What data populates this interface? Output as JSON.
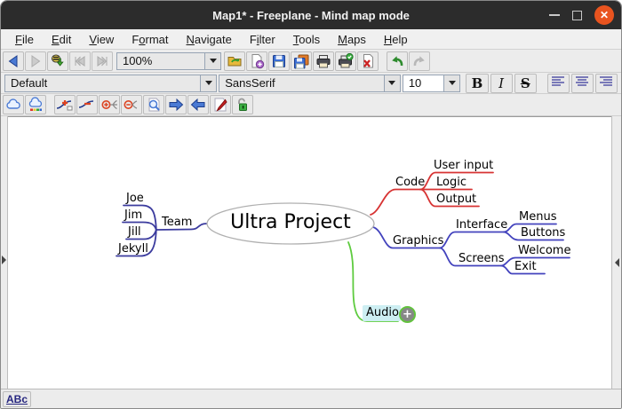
{
  "window": {
    "title": "Map1* - Freeplane - Mind map mode",
    "controls": {
      "minimize": "–",
      "maximize": "□",
      "close": "✕"
    }
  },
  "menubar": {
    "items": [
      {
        "pre": "",
        "mn": "F",
        "post": "ile"
      },
      {
        "pre": "",
        "mn": "E",
        "post": "dit"
      },
      {
        "pre": "",
        "mn": "V",
        "post": "iew"
      },
      {
        "pre": "F",
        "mn": "o",
        "post": "rmat"
      },
      {
        "pre": "",
        "mn": "N",
        "post": "avigate"
      },
      {
        "pre": "F",
        "mn": "i",
        "post": "lter"
      },
      {
        "pre": "",
        "mn": "T",
        "post": "ools"
      },
      {
        "pre": "",
        "mn": "M",
        "post": "aps"
      },
      {
        "pre": "",
        "mn": "H",
        "post": "elp"
      }
    ]
  },
  "toolbar_main": {
    "zoom": "100%",
    "icons": [
      "previous-map",
      "next-map",
      "check-updates",
      "skip-back-disabled",
      "skip-forward-disabled",
      "open-map",
      "new-map",
      "save-map",
      "save-map-as",
      "print",
      "print-preview",
      "close-map",
      "undo",
      "redo"
    ]
  },
  "toolbar_format": {
    "style": "Default",
    "font": "SansSerif",
    "size": "10",
    "bold": "B",
    "italic": "I",
    "strikethrough": "S",
    "icons": [
      "align-left",
      "align-center",
      "align-right"
    ]
  },
  "toolbar_edit": {
    "icons": [
      "cloud",
      "cloud-color",
      "add-edge",
      "remove-edge",
      "unfold-all",
      "fold-all",
      "show-map-overview",
      "next-node",
      "previous-node",
      "edit-node",
      "lock-unlocked"
    ]
  },
  "statusbar": {
    "spellcheck_label": "ABc"
  },
  "mindmap": {
    "root": "Ultra Project",
    "team": {
      "label": "Team",
      "children": [
        "Joe",
        "Jim",
        "Jill",
        "Jekyll"
      ]
    },
    "code": {
      "label": "Code",
      "children": [
        "User input",
        "Logic",
        "Output"
      ]
    },
    "graphics": {
      "label": "Graphics"
    },
    "interface": {
      "label": "Interface",
      "children": [
        "Menus",
        "Buttons"
      ]
    },
    "screens": {
      "label": "Screens",
      "children": [
        "Welcome",
        "Exit"
      ]
    },
    "audio": {
      "label": "Audio",
      "plus_label": "+"
    },
    "edge_colors": {
      "team": "#3b3b9e",
      "code": "#d73333",
      "graphics": "#4343bd",
      "audio": "#5ecb3f"
    },
    "selection_color": "#cdeef2",
    "root_ellipse_stroke": "#b0b0b0"
  },
  "colors": {
    "titlebar": "#2c2c2c",
    "close_button": "#e9541f",
    "toolbar_bg": "#ececec",
    "canvas": "#ffffff"
  }
}
